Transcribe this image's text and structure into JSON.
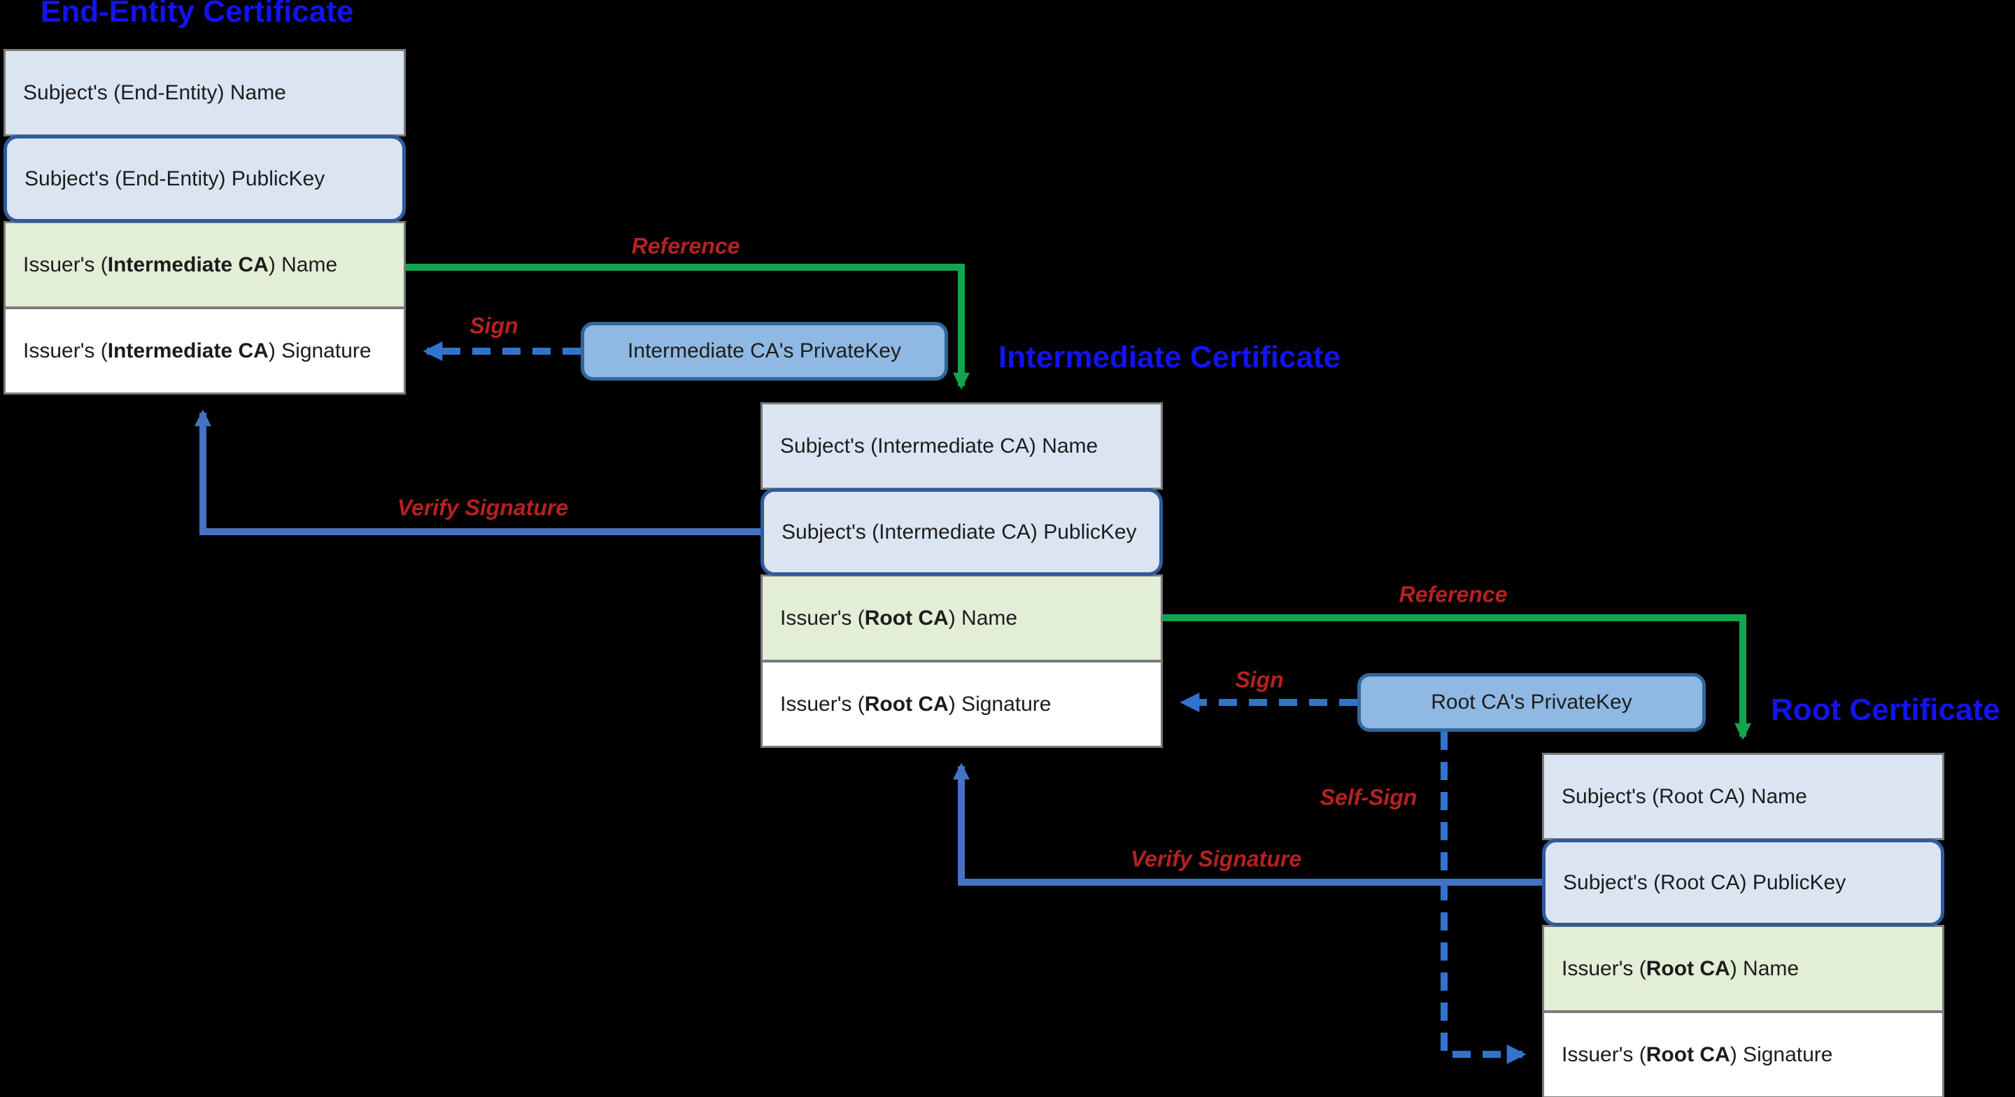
{
  "colors": {
    "background": "#000000",
    "title_blue": "#1313f2",
    "label_red": "#b52121",
    "row_blue": "#dbe5f2",
    "row_green": "#e2eed6",
    "row_white": "#ffffff",
    "publickey_border": "#2e5b9e",
    "privatekey_fill": "#8fb9e2",
    "privatekey_border": "#31679b",
    "arrow_green": "#14a44f",
    "arrow_blue_solid": "#4472c4",
    "arrow_blue_dashed": "#3273cf",
    "cert_border": "#7b7b7b",
    "text_color": "#1c1c1c"
  },
  "certificates": [
    {
      "title": "End-Entity Certificate",
      "rows": [
        {
          "pre": "Subject's (End-Entity) Name",
          "bold": "",
          "post": ""
        },
        {
          "pre": "Subject's (End-Entity) PublicKey",
          "bold": "",
          "post": ""
        },
        {
          "pre": "Issuer's (",
          "bold": "Intermediate CA",
          "post": ") Name"
        },
        {
          "pre": "Issuer's (",
          "bold": "Intermediate CA",
          "post": ") Signature"
        }
      ]
    },
    {
      "title": "Intermediate Certificate",
      "rows": [
        {
          "pre": "Subject's (Intermediate CA) Name",
          "bold": "",
          "post": ""
        },
        {
          "pre": "Subject's (Intermediate CA) PublicKey",
          "bold": "",
          "post": ""
        },
        {
          "pre": "Issuer's (",
          "bold": "Root CA",
          "post": ") Name"
        },
        {
          "pre": "Issuer's (",
          "bold": "Root CA",
          "post": ") Signature"
        }
      ]
    },
    {
      "title": "Root Certificate",
      "rows": [
        {
          "pre": "Subject's (Root CA) Name",
          "bold": "",
          "post": ""
        },
        {
          "pre": "Subject's (Root CA) PublicKey",
          "bold": "",
          "post": ""
        },
        {
          "pre": "Issuer's (",
          "bold": "Root CA",
          "post": ") Name"
        },
        {
          "pre": "Issuer's (",
          "bold": "Root CA",
          "post": ") Signature"
        }
      ]
    }
  ],
  "private_keys": [
    {
      "label": "Intermediate CA's PrivateKey"
    },
    {
      "label": "Root CA's PrivateKey"
    }
  ],
  "arrow_labels": {
    "reference1": "Reference",
    "sign1": "Sign",
    "verify1": "Verify Signature",
    "reference2": "Reference",
    "sign2": "Sign",
    "self_sign": "Self-Sign",
    "verify2": "Verify Signature"
  }
}
